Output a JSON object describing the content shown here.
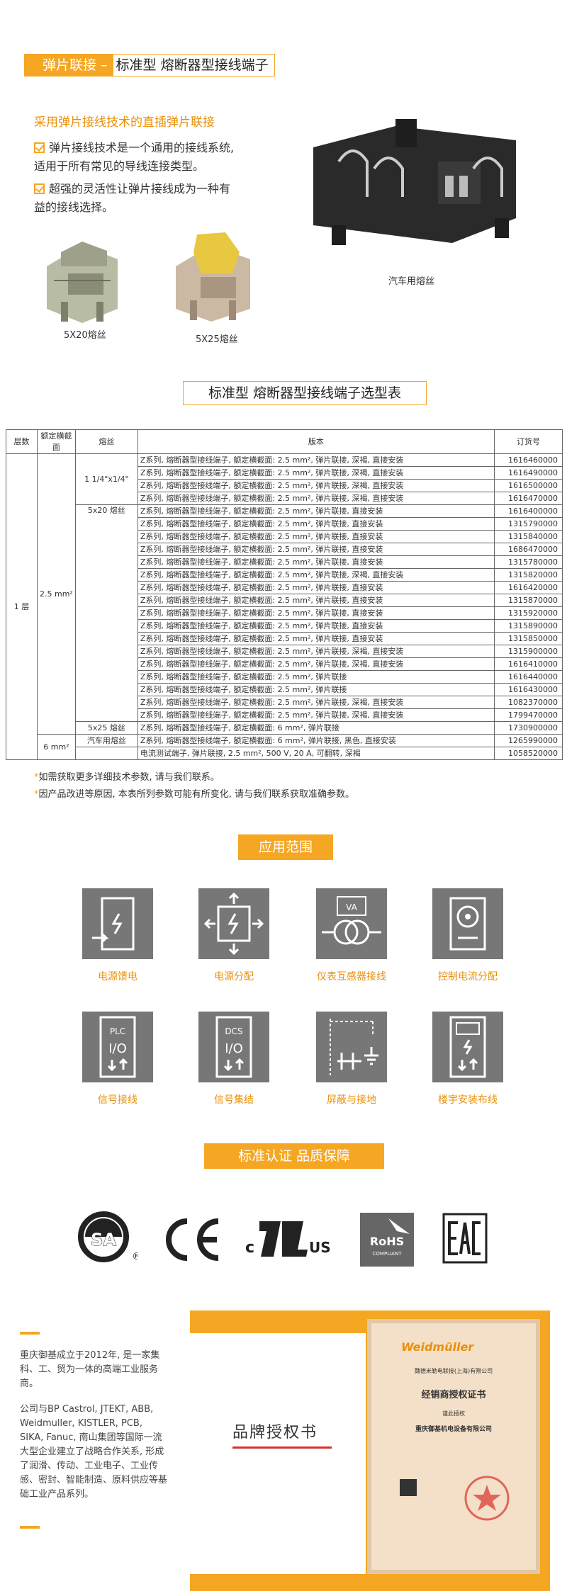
{
  "header": {
    "orange": "弹片联接 –",
    "white": "标准型  熔断器型接线端子"
  },
  "intro": {
    "title": "采用弹片接线技术的直插弹片联接",
    "lines": [
      "弹片接线技术是一个通用的接线系统,",
      "适用于所有常见的导线连接类型。",
      "超强的灵活性让弹片接线成为一种有",
      "益的接线选择。"
    ]
  },
  "products": {
    "cap1": "5X20熔丝",
    "cap2": "5X25熔丝",
    "cap3": "汽车用熔丝"
  },
  "table_title": "标准型  熔断器型接线端子选型表",
  "table": {
    "headers": [
      "层数",
      "额定横截面",
      "熔丝",
      "版本",
      "订货号"
    ],
    "layer": "1 层",
    "cs1": "2.5 mm²",
    "cs2": "6 mm²",
    "fuse1": "1 1/4\"x1/4\"",
    "fuse2": "5x20 熔丝",
    "fuse3": "5x25 熔丝",
    "fuse4": "汽车用熔丝",
    "rows": [
      {
        "v": "Z系列, 熔断器型接线端子, 额定横截面: 2.5 mm², 弹片联接, 深褐, 直接安装",
        "o": "1616460000"
      },
      {
        "v": "Z系列, 熔断器型接线端子, 额定横截面: 2.5 mm², 弹片联接, 深褐, 直接安装",
        "o": "1616490000"
      },
      {
        "v": "Z系列, 熔断器型接线端子, 额定横截面: 2.5 mm², 弹片联接, 深褐, 直接安装",
        "o": "1616500000"
      },
      {
        "v": "Z系列, 熔断器型接线端子, 额定横截面: 2.5 mm², 弹片联接, 深褐, 直接安装",
        "o": "1616470000"
      },
      {
        "v": "Z系列, 熔断器型接线端子, 额定横截面: 2.5 mm², 弹片联接, 直接安装",
        "o": "1616400000"
      },
      {
        "v": "Z系列, 熔断器型接线端子, 额定横截面: 2.5 mm², 弹片联接, 直接安装",
        "o": "1315790000"
      },
      {
        "v": "Z系列, 熔断器型接线端子, 额定横截面: 2.5 mm², 弹片联接, 直接安装",
        "o": "1315840000"
      },
      {
        "v": "Z系列, 熔断器型接线端子, 额定横截面: 2.5 mm², 弹片联接, 直接安装",
        "o": "1686470000"
      },
      {
        "v": "Z系列, 熔断器型接线端子, 额定横截面: 2.5 mm², 弹片联接, 直接安装",
        "o": "1315780000"
      },
      {
        "v": "Z系列, 熔断器型接线端子, 额定横截面: 2.5 mm², 弹片联接, 深褐, 直接安装",
        "o": "1315820000"
      },
      {
        "v": "Z系列, 熔断器型接线端子, 额定横截面: 2.5 mm², 弹片联接, 直接安装",
        "o": "1616420000"
      },
      {
        "v": "Z系列, 熔断器型接线端子, 额定横截面: 2.5 mm², 弹片联接, 直接安装",
        "o": "1315870000"
      },
      {
        "v": "Z系列, 熔断器型接线端子, 额定横截面: 2.5 mm², 弹片联接, 直接安装",
        "o": "1315920000"
      },
      {
        "v": "Z系列, 熔断器型接线端子, 额定横截面: 2.5 mm², 弹片联接, 直接安装",
        "o": "1315890000"
      },
      {
        "v": "Z系列, 熔断器型接线端子, 额定横截面: 2.5 mm², 弹片联接, 直接安装",
        "o": "1315850000"
      },
      {
        "v": "Z系列, 熔断器型接线端子, 额定横截面: 2.5 mm², 弹片联接, 深褐, 直接安装",
        "o": "1315900000"
      },
      {
        "v": "Z系列, 熔断器型接线端子, 额定横截面: 2.5 mm², 弹片联接, 深褐, 直接安装",
        "o": "1616410000"
      },
      {
        "v": "Z系列, 熔断器型接线端子, 额定横截面: 2.5 mm², 弹片联接",
        "o": "1616440000"
      },
      {
        "v": "Z系列, 熔断器型接线端子, 额定横截面: 2.5 mm², 弹片联接",
        "o": "1616430000"
      },
      {
        "v": "Z系列, 熔断器型接线端子, 额定横截面: 2.5 mm², 弹片联接, 深褐, 直接安装",
        "o": "1082370000"
      },
      {
        "v": "Z系列, 熔断器型接线端子, 额定横截面: 2.5 mm², 弹片联接, 深褐, 直接安装",
        "o": "1799470000"
      },
      {
        "v": "Z系列, 熔断器型接线端子, 额定横截面: 6 mm², 弹片联接",
        "o": "1730900000"
      },
      {
        "v": "Z系列, 熔断器型接线端子, 额定横截面: 6 mm², 弹片联接, 黑色, 直接安装",
        "o": "1265990000"
      },
      {
        "v": "电流测试端子, 弹片联接, 2.5 mm², 500 V, 20 A, 可翻转, 深褐",
        "o": "1058520000"
      }
    ]
  },
  "notes": [
    "如需获取更多详细技术参数, 请与我们联系。",
    "因产品改进等原因, 本表所列参数可能有所变化, 请与我们联系获取准确参数。"
  ],
  "applications": {
    "title": "应用范围",
    "items": [
      "电源馈电",
      "电源分配",
      "仪表互感器接线",
      "控制电流分配",
      "信号接线",
      "信号集结",
      "屏蔽与接地",
      "楼宇安装布线"
    ],
    "icon_texts": {
      "va": "VA",
      "plc": "PLC",
      "dcs": "DCS",
      "io": "I/O"
    }
  },
  "certs": {
    "title": "标准认证  品质保障",
    "rohs": "RoHS",
    "rohs_sub": "COMPLIANT",
    "us": "US",
    "c": "c"
  },
  "company": {
    "p1": "重庆御基成立于2012年, 是一家集科、工、贸为一体的高端工业服务商。",
    "p2": "公司与BP Castrol, JTEKT, ABB, Weidmuller, KISTLER, PCB, SIKA, Fanuc, 南山集团等国际一流大型企业建立了战略合作关系, 形成了润滑、传动、工业电子、工业传感、密封、智能制造、原料供应等基础工业产品系列。",
    "brand": "品牌授权书"
  },
  "certificate": {
    "logo": "Weidmüller",
    "company": "魏德米勒电联接(上海)有限公司",
    "title": "经销商授权证书",
    "sub": "谨此授权",
    "dealer": "重庆御基机电设备有限公司"
  },
  "colors": {
    "accent": "#f5a623",
    "icon_bg": "#777777"
  }
}
